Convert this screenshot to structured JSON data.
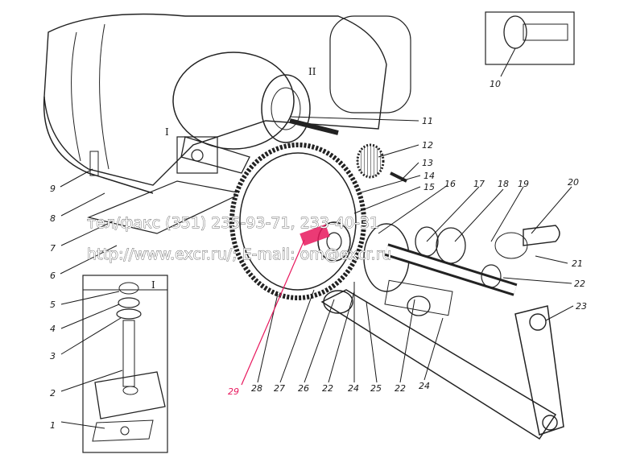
{
  "watermark": {
    "line1": "тел/факс (351) 235-93-71, 233-40-31",
    "line2": "http://www.excr.ru/; E-mail: om@excr.ru"
  },
  "roman_labels": [
    "I",
    "II",
    "I"
  ],
  "part_numbers": [
    "1",
    "2",
    "3",
    "4",
    "5",
    "6",
    "7",
    "8",
    "9",
    "10",
    "11",
    "12",
    "13",
    "14",
    "15",
    "16",
    "17",
    "18",
    "19",
    "20",
    "21",
    "22",
    "23",
    "24",
    "25",
    "26",
    "27",
    "28",
    "29"
  ],
  "highlight": {
    "label": "29",
    "color": "#e8175d"
  }
}
